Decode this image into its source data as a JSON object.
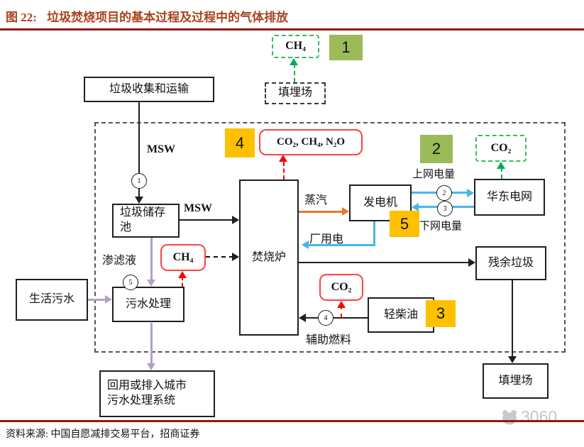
{
  "header": {
    "figure_label": "图 22:",
    "title": "垃圾焚烧项目的基本过程及过程中的气体排放"
  },
  "nodes": {
    "collection": "垃圾收集和运输",
    "landfill_top": "填埋场",
    "storage_pit": "垃圾储存\n池",
    "incinerator": "焚烧炉",
    "sewage_treatment": "污水处理",
    "domestic_sewage": "生活污水",
    "reuse": "回用或排入城市\n污水处理系统",
    "generator": "发电机",
    "east_china_grid": "华东电网",
    "residual_waste": "残余垃圾",
    "landfill_bottom": "填埋场",
    "diesel": "轻柴油"
  },
  "gas_boxes": {
    "ch4_top": "CH₄",
    "co2_grid": "CO₂",
    "flue_gases": "CO₂, CH₄, N₂O",
    "ch4_mid": "CH₄",
    "co2_diesel": "CO₂"
  },
  "badges": {
    "b1": "1",
    "b2": "2",
    "b3": "3",
    "b4": "4",
    "b5": "5"
  },
  "step_circles": {
    "c1": "1",
    "c2": "2",
    "c3": "3",
    "c4": "4",
    "c5": "5"
  },
  "flow_labels": {
    "msw_down": "MSW",
    "msw_feed": "MSW",
    "leachate": "渗滤液",
    "steam": "蒸汽",
    "plant_power": "厂用电",
    "grid_export": "上网电量",
    "grid_import": "下网电量",
    "aux_fuel": "辅助燃料"
  },
  "footer": {
    "source": "资料来源: 中国自愿减排交易平台，招商证券",
    "watermark": "3060"
  },
  "colors": {
    "title_text": "#a8431e",
    "rule": "#8e1a15",
    "badge_green": "#9bbb59",
    "badge_orange": "#ffc000",
    "red_outline": "#ff4242",
    "red_arrow": "#ff0000",
    "green_dash": "#2fbf5f",
    "green_arrow": "#00b050",
    "blue_arrow": "#47b4ee",
    "purple_arrow": "#b2a1c7",
    "orange_arrow": "#e8762c"
  }
}
